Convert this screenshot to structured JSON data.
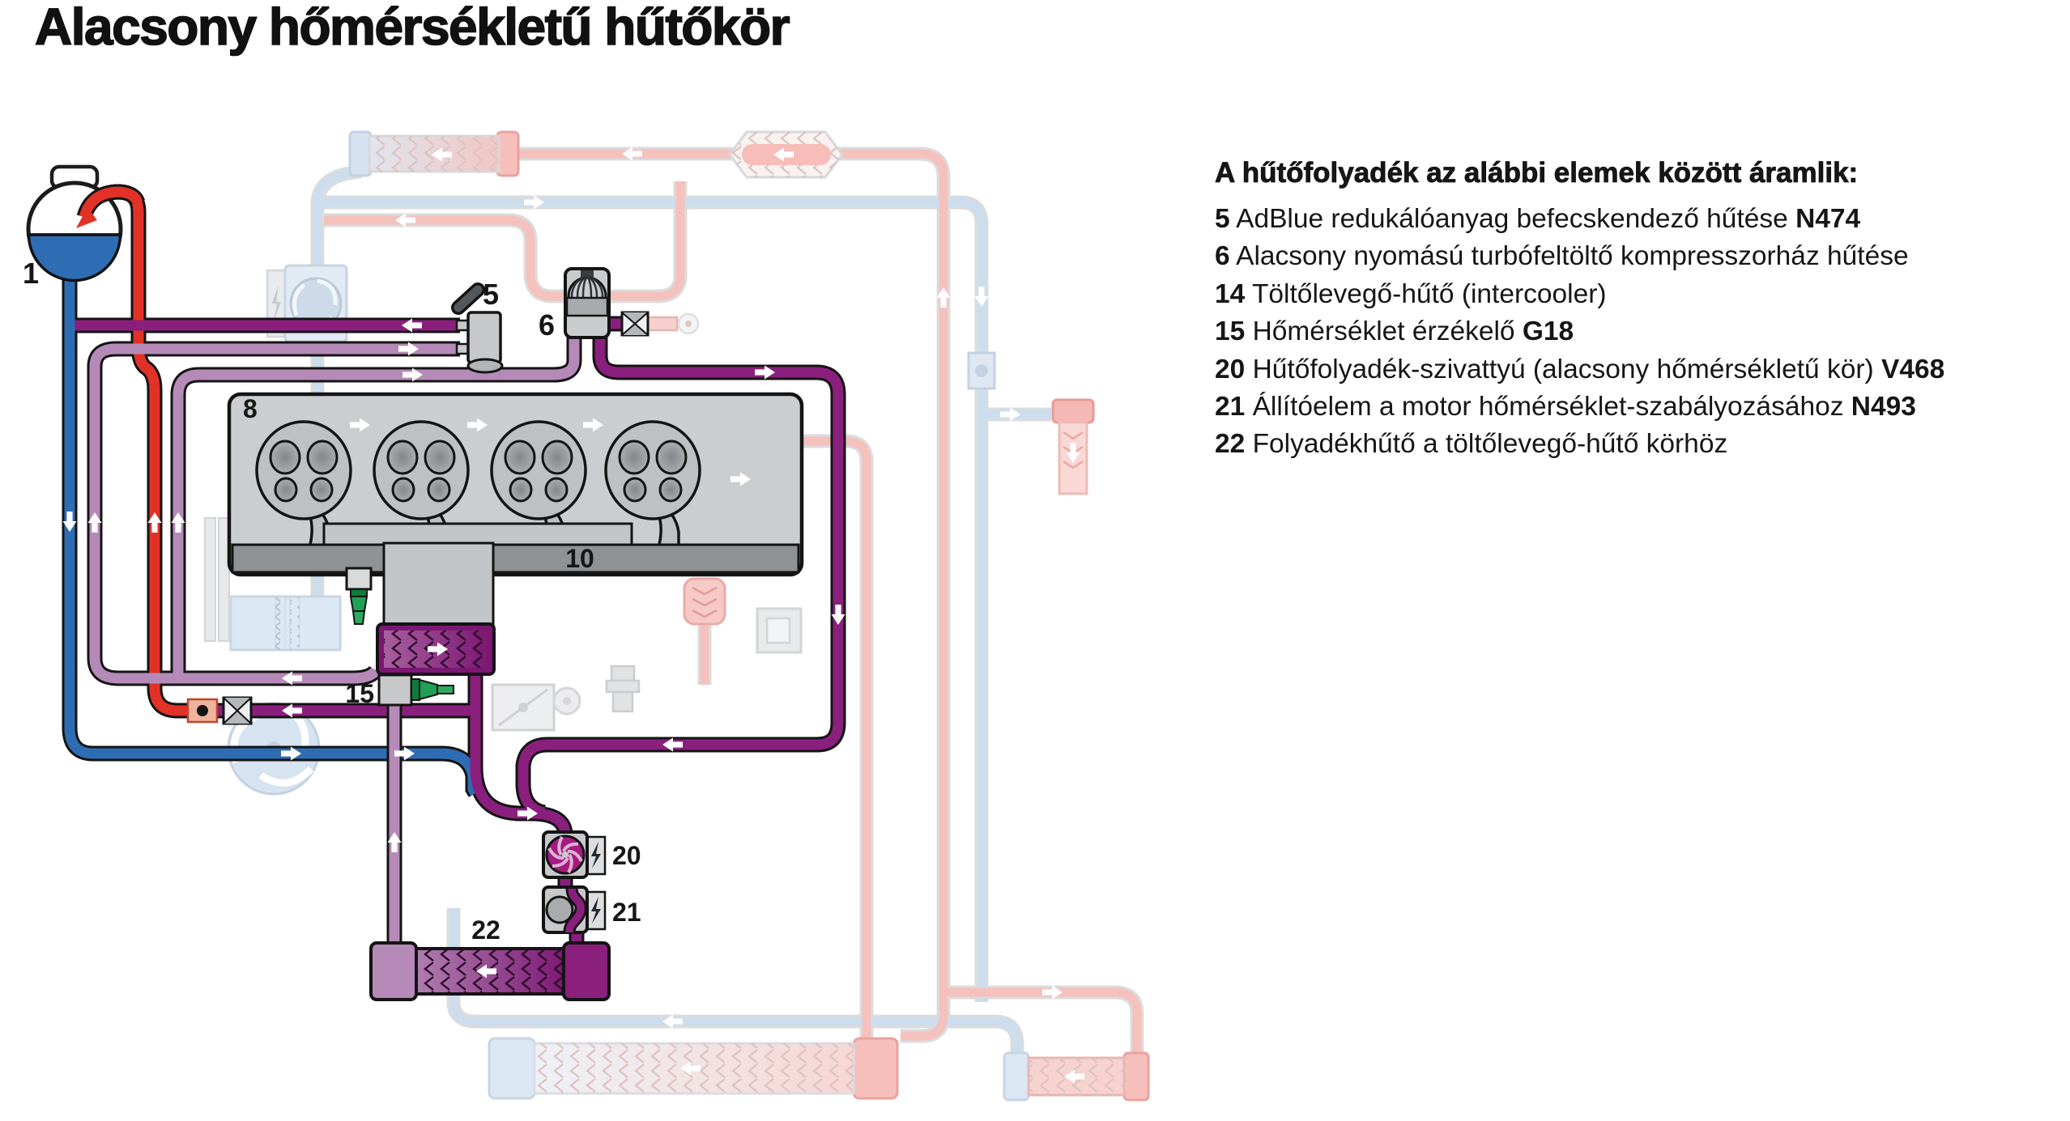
{
  "title": "Alacsony hőmérsékletű hűtőkör",
  "legend": {
    "heading": "A hűtőfolyadék az alábbi elemek között áramlik:",
    "items": [
      {
        "num": "5",
        "text": "AdBlue redukálóanyag befecskendező hűtése",
        "code": "N474"
      },
      {
        "num": "6",
        "text": "Alacsony nyomású turbófeltöltő kompresszorház hűtése",
        "code": ""
      },
      {
        "num": "14",
        "text": "Töltőlevegő-hűtő (intercooler)",
        "code": ""
      },
      {
        "num": "15",
        "text": "Hőmérséklet érzékelő",
        "code": "G18"
      },
      {
        "num": "20",
        "text": "Hűtőfolyadék-szivattyú (alacsony hőmérsékletű kör)",
        "code": "V468"
      },
      {
        "num": "21",
        "text": "Állítóelem a motor hőmérséklet-szabályozásához",
        "code": "N493"
      },
      {
        "num": "22",
        "text": "Folyadékhűtő a töltőlevegő-hűtő körhöz",
        "code": ""
      }
    ]
  },
  "diagram": {
    "labels": {
      "tank": "1",
      "injector": "5",
      "turbo": "6",
      "engine": "8",
      "manifold": "10",
      "sensor": "15",
      "pump": "20",
      "actuator": "21",
      "radiator": "22"
    },
    "colors": {
      "hot_red": "#e23227",
      "cold_blue": "#2e6db4",
      "warm_purple": "#8a1f7d",
      "cool_lavender": "#b58ab8",
      "sensor_green": "#1fa055",
      "faded_red": "#f5c1bd",
      "faded_blue": "#ccddee",
      "engine_gray": "#cbced0",
      "outline": "#141414"
    }
  }
}
